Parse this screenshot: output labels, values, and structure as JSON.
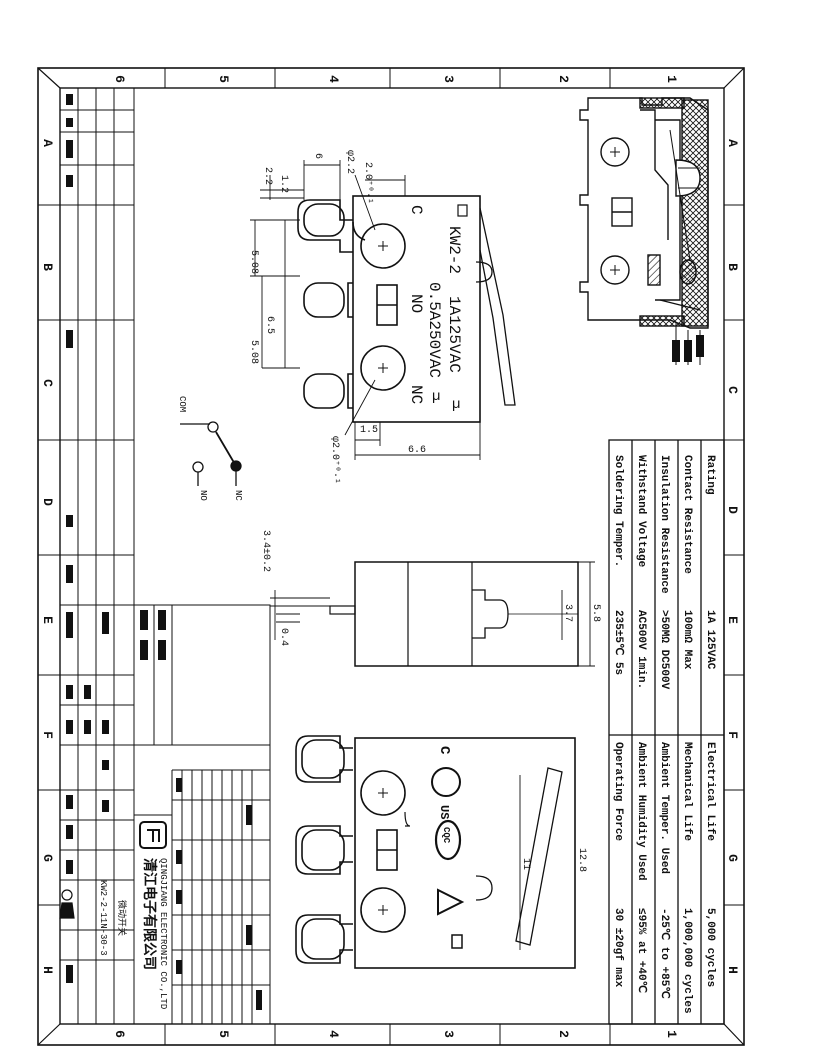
{
  "border": {
    "numbers": [
      "1",
      "2",
      "3",
      "4",
      "5",
      "6"
    ],
    "letters": [
      "A",
      "B",
      "C",
      "D",
      "E",
      "F",
      "G",
      "H"
    ]
  },
  "drawing": {
    "top_view": {
      "model": "KW2-2",
      "rating_line1": "1A125VAC",
      "rating_line2": "0.5A250VAC",
      "terminal_c": "C",
      "terminal_no": "NO",
      "terminal_nc": "NC",
      "dims": {
        "d_1_2": "1.2",
        "d_2_2": "2.2",
        "d_6": "6",
        "d_phi22": "φ2.2",
        "d_2_0": "2.0⁺⁰·¹",
        "d_5_08a": "5.08",
        "d_6_5": "6.5",
        "d_5_08b": "5.08",
        "d_1_5": "1.5",
        "d_6_6": "6.6",
        "d_phi20": "φ2.0⁺⁰·¹"
      }
    },
    "schematic": {
      "com": "COM",
      "nc": "NC",
      "no": "NO"
    },
    "side_view": {
      "d_3_4": "3.4±0.2",
      "d_0_4": "0.4",
      "d_3_7": "3.7",
      "d_5_8": "5.8"
    },
    "bottom_view": {
      "d_12_8": "12.8",
      "d_11": "11",
      "cert_c": "C",
      "cert_us": "US",
      "cert_cqc": "CQC"
    }
  },
  "specs": {
    "rows": [
      {
        "label": "Rating",
        "value": "1A 125VAC",
        "label2": "Electrical Life",
        "value2": "5,000 cycles"
      },
      {
        "label": "Contact Resistance",
        "value": "100mΩ Max",
        "label2": "Mechanical Life",
        "value2": "1,000,000 cycles"
      },
      {
        "label": "Insulation Resistance",
        "value": ">50MΩ DC500V",
        "label2": "Ambient Temper. Used",
        "value2": "-25℃ to +85℃"
      },
      {
        "label": "Withstand Voltage",
        "value": "AC500V 1min.",
        "label2": "Ambient Humidity Used",
        "value2": "≤95% at +40℃"
      },
      {
        "label": "Soldering Temper.",
        "value": "235±5℃ 5s",
        "label2": "Operating Force",
        "value2": "30 ±20gf max"
      }
    ]
  },
  "title_block": {
    "company_cn": "清江电子有限公司",
    "company_en": "QINGJIANG ELECTRONIC CO.,LTD",
    "part_no": "KW2-2-11N-30-3",
    "product_name": "微动开关"
  }
}
